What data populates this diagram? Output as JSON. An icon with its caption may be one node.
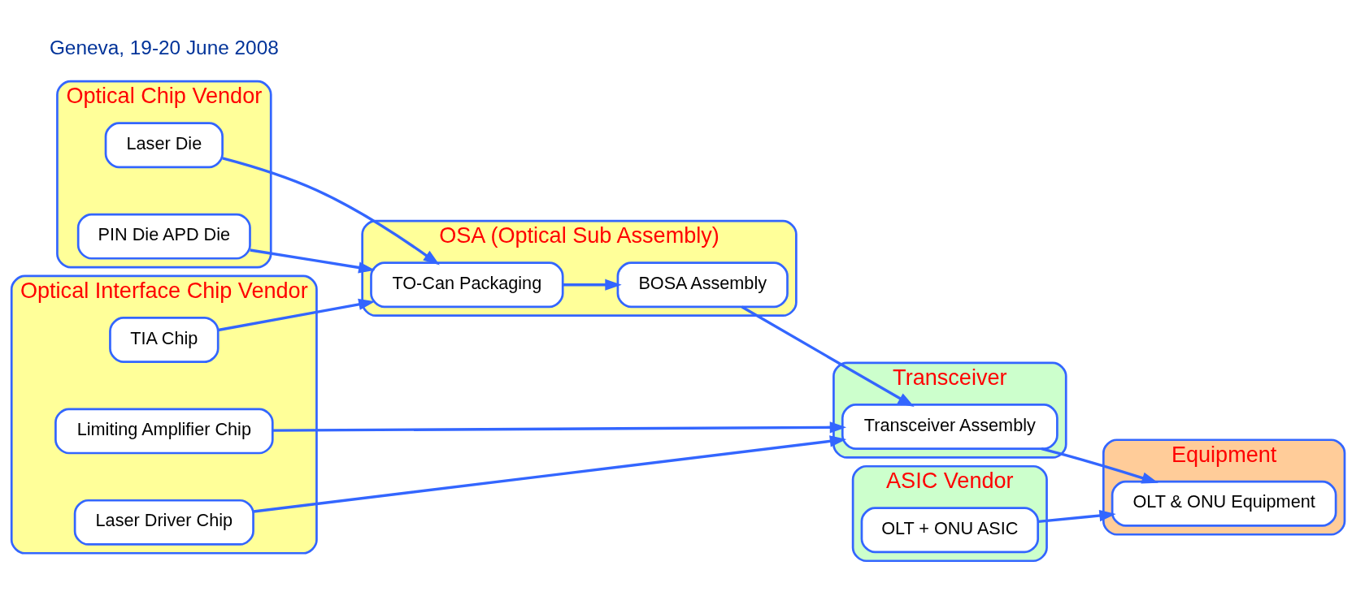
{
  "diagram": {
    "nodes": [
      {
        "text": [
          "Optical Chip Vendor"
        ]
      },
      {
        "text": [
          "Laser Die"
        ],
        "in": 0
      },
      {
        "text": [
          "PIN Die APD Die"
        ],
        "in": 0
      },
      {
        "text": [
          "OSA (Optical Sub Assembly)"
        ]
      },
      {
        "text": [
          "TO-Can Packaging"
        ],
        "in": 3
      },
      {
        "text": [
          "BOSA Assembly"
        ],
        "in": 3
      },
      {
        "text": [
          "Transceiver"
        ]
      },
      {
        "text": [
          "Transceiver Assembly"
        ],
        "in": 6
      },
      {
        "text": [
          "Equipment"
        ]
      },
      {
        "text": [
          "OLT & ONU Equipment"
        ],
        "in": 8
      },
      {
        "text": [
          "Optical Interface Chip Vendor"
        ]
      },
      {
        "text": [
          "TIA Chip"
        ],
        "in": 10
      },
      {
        "text": [
          "Limiting Amplifier Chip"
        ],
        "in": 10
      },
      {
        "text": [
          "Laser Driver Chip"
        ],
        "in": 10
      },
      {
        "text": [
          "ASIC Vendor"
        ]
      },
      {
        "text": [
          "OLT + ONU ASIC"
        ],
        "in": 14
      }
    ],
    "edges": [
      {
        "from": 1,
        "to": 4,
        "arrow": "to"
      },
      {
        "from": 2,
        "to": 4,
        "arrow": "to"
      },
      {
        "from": 4,
        "to": 5,
        "arrow": "to"
      },
      {
        "from": 5,
        "to": 7,
        "arrow": "to"
      },
      {
        "from": 7,
        "to": 9,
        "arrow": "to"
      },
      {
        "from": 11,
        "to": 4,
        "arrow": "to"
      },
      {
        "from": 12,
        "to": 7,
        "arrow": "to"
      },
      {
        "from": 13,
        "to": 7,
        "arrow": "to"
      },
      {
        "from": 15,
        "to": 9,
        "arrow": "to"
      }
    ],
    "labels": [
      "Geneva, 19-20 June 2008"
    ]
  }
}
